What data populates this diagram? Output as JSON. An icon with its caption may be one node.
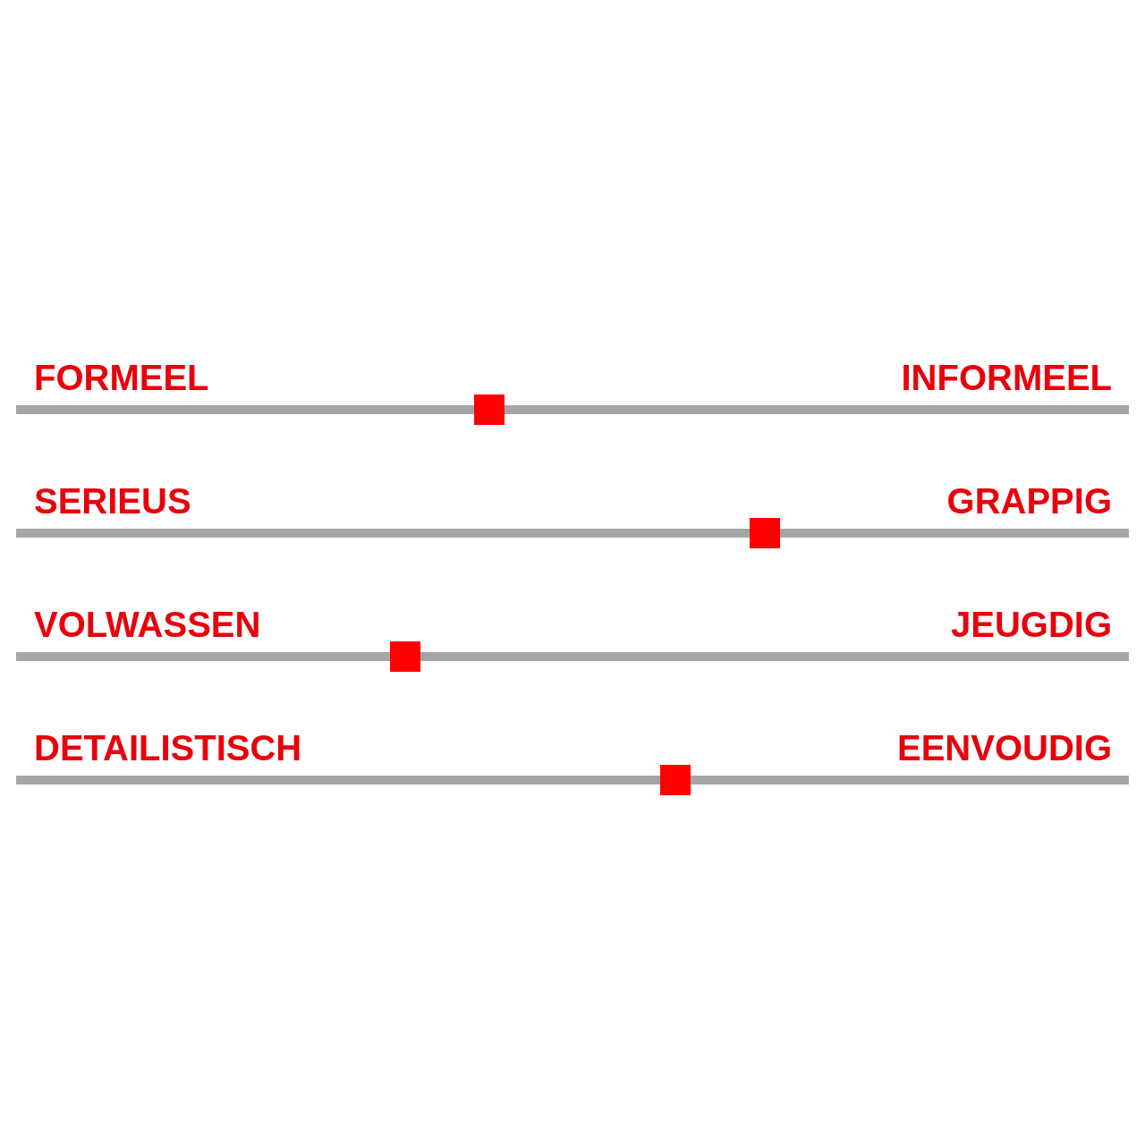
{
  "diagram": {
    "labels": [
      "FORMEEL",
      "INFORMEEL",
      "SERIEUS",
      "GRAPPIG",
      "VOLWASSEN",
      "JEUGDIG",
      "DETAILISTISCH",
      "EENVOUDIG"
    ]
  }
}
